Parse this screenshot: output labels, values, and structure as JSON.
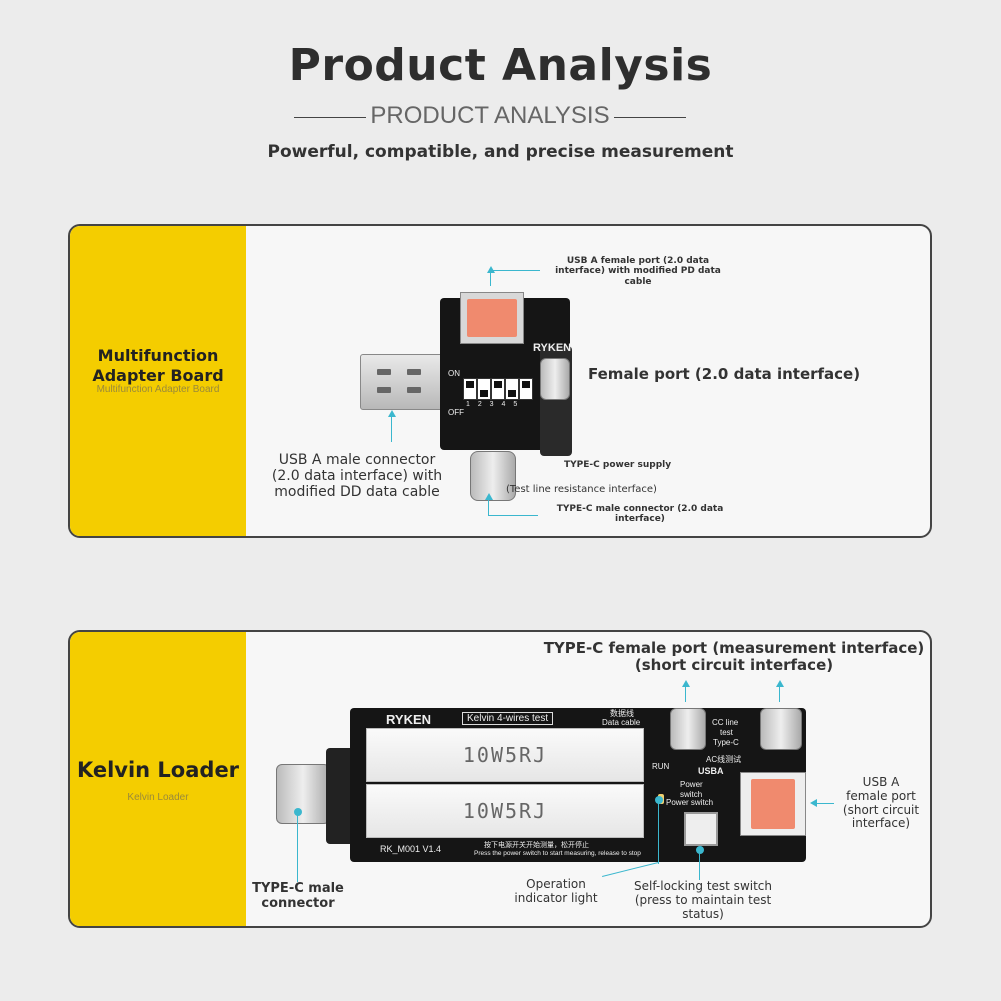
{
  "header": {
    "title": "Product Analysis",
    "subtitle": "PRODUCT ANALYSIS",
    "tagline": "Powerful, compatible, and precise measurement"
  },
  "panel1": {
    "title_lines": [
      "Multifunction",
      "Adapter Board"
    ],
    "subtitle": "Multifunction Adapter Board",
    "labels": {
      "usb_a_female": [
        "USB A female port (2.0 data",
        "interface) with modified PD data",
        "cable"
      ],
      "female_port": "Female port (2.0 data interface)",
      "usb_a_male": [
        "USB A male connector",
        "(2.0 data interface) with",
        "modified DD data cable"
      ],
      "typec_power": "TYPE-C power supply",
      "test_line": "(Test line resistance interface)",
      "typec_male": [
        "TYPE-C male connector (2.0 data",
        "interface)"
      ]
    },
    "board": {
      "brand": "RYKEN",
      "on": "ON",
      "off": "OFF",
      "switch_numbers": "1 2 3 4 5"
    }
  },
  "panel2": {
    "title": "Kelvin Loader",
    "subtitle": "Kelvin Loader",
    "labels": {
      "typec_female": [
        "TYPE-C female port (measurement interface)",
        "(short circuit interface)"
      ],
      "usb_a_female": [
        "USB A",
        "female port",
        "(short circuit",
        "interface)"
      ],
      "typec_male": [
        "TYPE-C male",
        "connector"
      ],
      "indicator": [
        "Operation",
        "indicator light"
      ],
      "switch": [
        "Self-locking test switch",
        "(press to maintain test",
        "status)"
      ]
    },
    "board": {
      "brand": "RYKEN",
      "badge": "Kelvin 4-wires test",
      "data_cable_cn": "数据线",
      "data_cable": "Data cable",
      "resistor_label": "10W5RJ",
      "cc_line": "CC line",
      "test": "test",
      "typec": "Type-C",
      "ac_cn": "AC线测试",
      "usba": "USBA",
      "run": "RUN",
      "power_switch_1": "Power",
      "power_switch_2": "switch",
      "power_switch_3": "Power switch",
      "model": "RK_M001  V1.4",
      "note_cn": "按下电源开关开始测量，松开停止",
      "note_en": "Press the power switch to start measuring, release to stop"
    }
  }
}
